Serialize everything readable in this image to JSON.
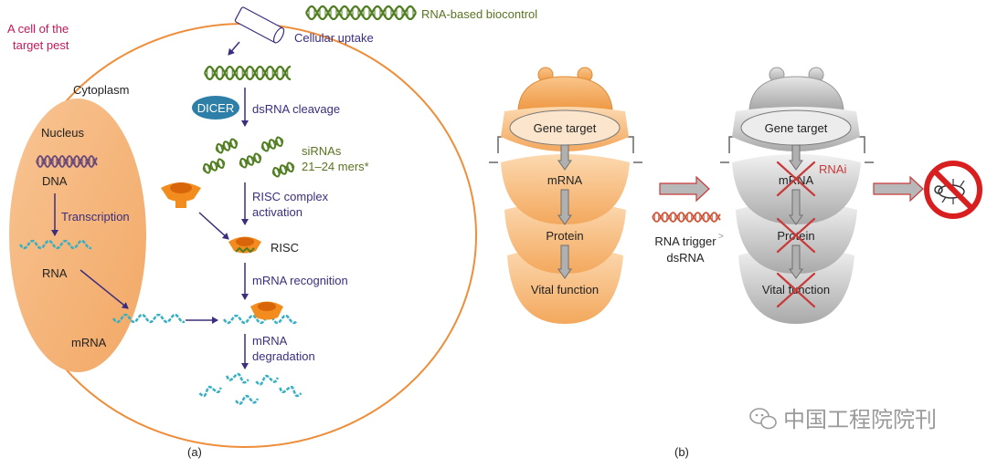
{
  "panel_a": {
    "cell_label_line1": "A cell of the",
    "cell_label_line2": "target pest",
    "rna_biocontrol": "RNA-based biocontrol",
    "cellular_uptake": "Cellular uptake",
    "cytoplasm": "Cytoplasm",
    "dicer": "DICER",
    "dsrna_cleavage": "dsRNA cleavage",
    "sirnas_line1": "siRNAs",
    "sirnas_line2": "21–24 mers*",
    "risc_activation_line1": "RISC complex",
    "risc_activation_line2": "activation",
    "risc": "RISC",
    "mrna_recognition": "mRNA recognition",
    "mrna_degradation_line1": "mRNA",
    "mrna_degradation_line2": "degradation",
    "nucleus": "Nucleus",
    "dna": "DNA",
    "transcription": "Transcription",
    "rna": "RNA",
    "mrna": "mRNA",
    "caption": "(a)"
  },
  "panel_b": {
    "left_insect": {
      "gene_target": "Gene target",
      "mrna": "mRNA",
      "protein": "Protein",
      "vital_function": "Vital function"
    },
    "right_insect": {
      "gene_target": "Gene target",
      "mrna": "mRNA",
      "rnai": "RNAi",
      "protein": "Protein",
      "vital_function": "Vital function"
    },
    "trigger_line1": "RNA trigger",
    "trigger_line2": "dsRNA",
    "caption": "(b)"
  },
  "watermark": "中国工程院院刊",
  "colors": {
    "cell_border": "#ee8e3a",
    "nucleus_fill": "#f5b77f",
    "label_purple": "#3b2e7e",
    "label_green": "#5b7320",
    "label_magenta": "#c2185b",
    "dsrna_green": "#4f7d1f",
    "mrna_teal": "#35b0c4",
    "dicer_blue": "#2e7fa8",
    "risc_orange": "#f28c1e",
    "cross_red": "#c83a3a",
    "block_red": "#d81e1e"
  }
}
